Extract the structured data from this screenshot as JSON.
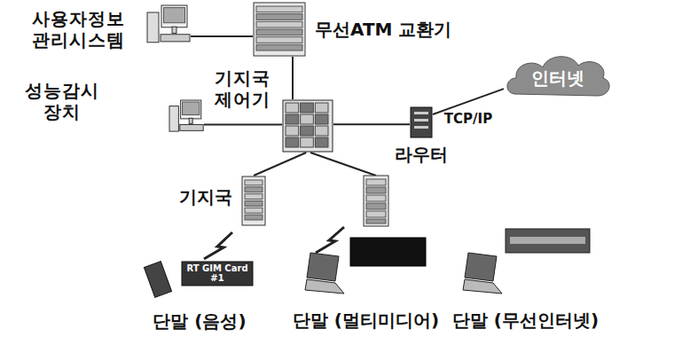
{
  "diagram": {
    "nodes": [
      {
        "text": [
          "사용자정보 관리시스템"
        ]
      },
      {
        "text": [
          "무선ATM 교환기"
        ]
      },
      {
        "text": [
          "기지국 제어기"
        ]
      },
      {
        "text": [
          "성능감시 장치"
        ]
      },
      {
        "text": [
          "인터넷"
        ]
      },
      {
        "text": [
          "라우터"
        ]
      },
      {
        "text": [
          "기지국"
        ]
      },
      {
        "text": [
          "단말 (음성)"
        ]
      },
      {
        "text": [
          "단말 (멀티미디어)"
        ]
      },
      {
        "text": [
          "단말 (무선인터넷)"
        ]
      }
    ],
    "edges": [
      {
        "from": 0,
        "to": 1,
        "arrow": "none"
      },
      {
        "from": 1,
        "to": 2,
        "arrow": "none"
      },
      {
        "from": 3,
        "to": 2,
        "arrow": "none"
      },
      {
        "from": 2,
        "to": 5,
        "arrow": "none"
      },
      {
        "from": 5,
        "to": 4,
        "label": "TCP/IP",
        "arrow": "none"
      },
      {
        "from": 2,
        "to": 6,
        "arrow": "none"
      }
    ],
    "labels": [
      "RT GIM Card #1"
    ]
  }
}
